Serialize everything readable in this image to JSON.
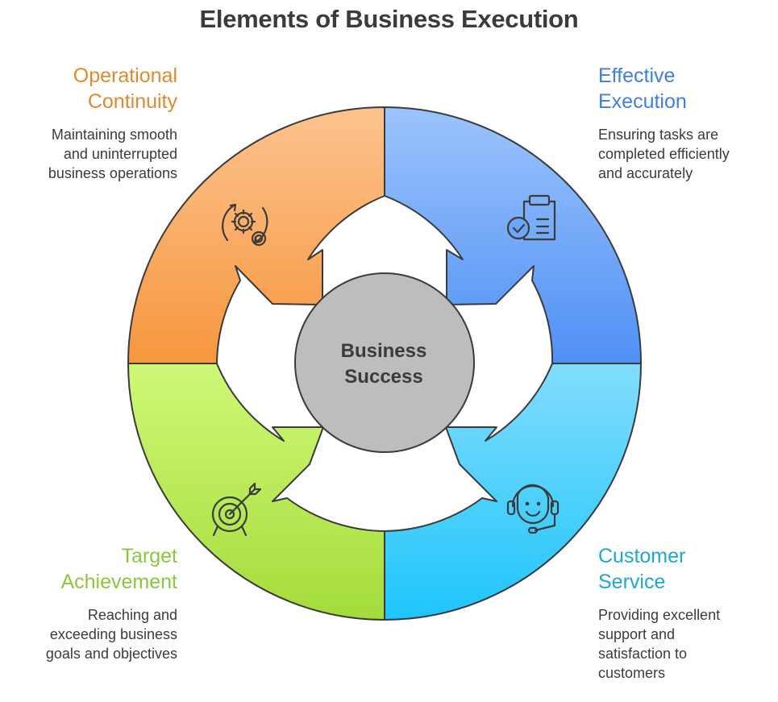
{
  "title": "Elements of Business Execution",
  "center": {
    "line1": "Business",
    "line2": "Success"
  },
  "segments": [
    {
      "id": "operational",
      "head1": "Operational",
      "head2": "Continuity",
      "desc1": "Maintaining smooth",
      "desc2": "and uninterrupted",
      "desc3": "business operations",
      "color": "#e08a2e",
      "icon": "gears-icon"
    },
    {
      "id": "effective",
      "head1": "Effective",
      "head2": "Execution",
      "desc1": "Ensuring tasks are",
      "desc2": "completed efficiently",
      "desc3": "and accurately",
      "color": "#3f7fe0",
      "icon": "clipboard-check-icon"
    },
    {
      "id": "target",
      "head1": "Target",
      "head2": "Achievement",
      "desc1": "Reaching and",
      "desc2": "exceeding business",
      "desc3": "goals and objectives",
      "color": "#8cc63f",
      "icon": "target-icon"
    },
    {
      "id": "customer",
      "head1": "Customer",
      "head2": "Service",
      "desc1": "Providing excellent",
      "desc2": "support and",
      "desc3": "satisfaction to",
      "desc4": "customers",
      "color": "#1ea6d8",
      "icon": "headset-icon"
    }
  ]
}
